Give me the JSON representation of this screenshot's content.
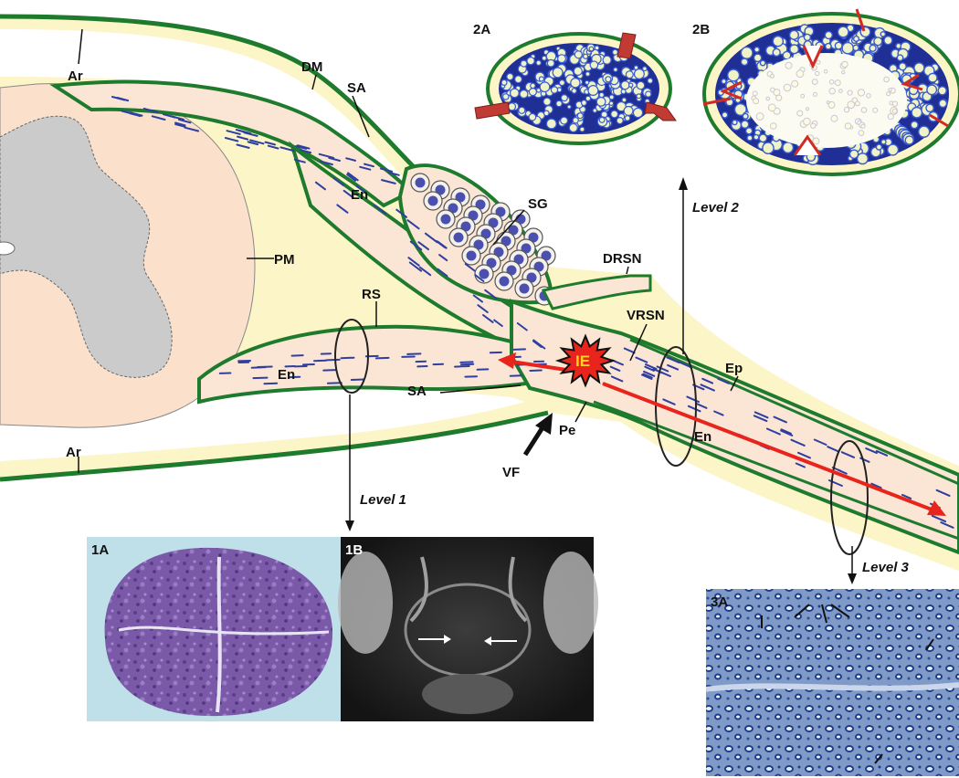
{
  "labels": {
    "ar_top": "Ar",
    "dm": "DM",
    "sa_top": "SA",
    "en_dorsal": "En",
    "sg": "SG",
    "pm": "PM",
    "drsn": "DRSN",
    "rs": "RS",
    "vrsn": "VRSN",
    "ep": "Ep",
    "en_ventral": "En",
    "sa_bottom": "SA",
    "ie": "IE",
    "pe": "Pe",
    "en_trunk": "En",
    "ar_bottom": "Ar",
    "vf": "VF",
    "level_1": "Level 1",
    "level_2": "Level 2",
    "level_3": "Level 3"
  },
  "panels": {
    "p2a": "2A",
    "p2b": "2B",
    "p1a": "1A",
    "p1b": "1B",
    "p3a": "3A"
  },
  "colors": {
    "membrane_green": "#1e7a2c",
    "dura_yellow": "#fbf5c8",
    "nerve_pink": "#fbe6d6",
    "axon_blue": "#2f3fa0",
    "injury_red": "#e8241c",
    "ie_text": "#ffd21f"
  }
}
